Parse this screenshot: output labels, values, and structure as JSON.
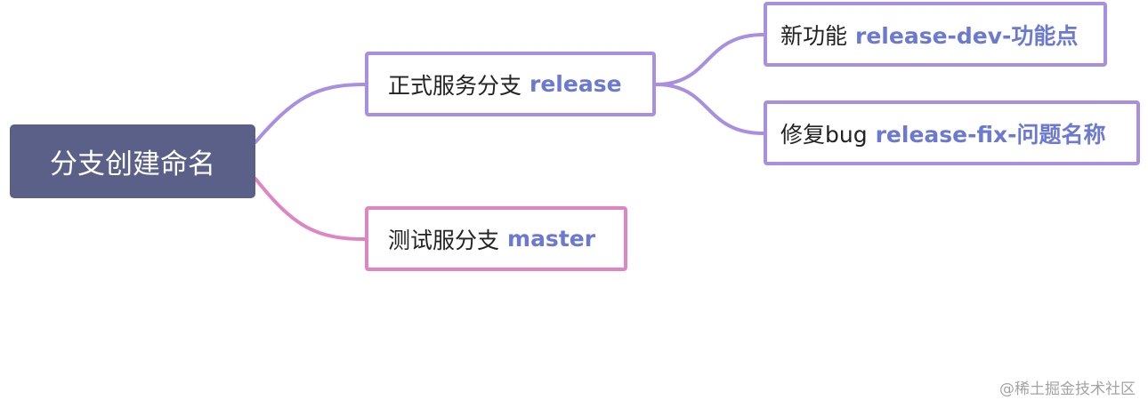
{
  "colors": {
    "root_fill": "#5a6087",
    "branch_purple": "#a98fdf",
    "branch_pink": "#de86c4",
    "keyword_blue": "#6b79d1",
    "text_dark": "#222222",
    "watermark_gray": "#a3a3a3"
  },
  "root": {
    "label": "分支创建命名"
  },
  "branches": {
    "release_node": {
      "label": "正式服务分支",
      "keyword": "release"
    },
    "master_node": {
      "label": "测试服分支",
      "keyword": "master"
    },
    "feature_node": {
      "label": "新功能",
      "keyword": "release-dev-功能点"
    },
    "fix_node": {
      "label": "修复bug",
      "keyword": "release-fix-问题名称"
    }
  },
  "watermark": {
    "text": "@稀土掘金技术社区"
  }
}
